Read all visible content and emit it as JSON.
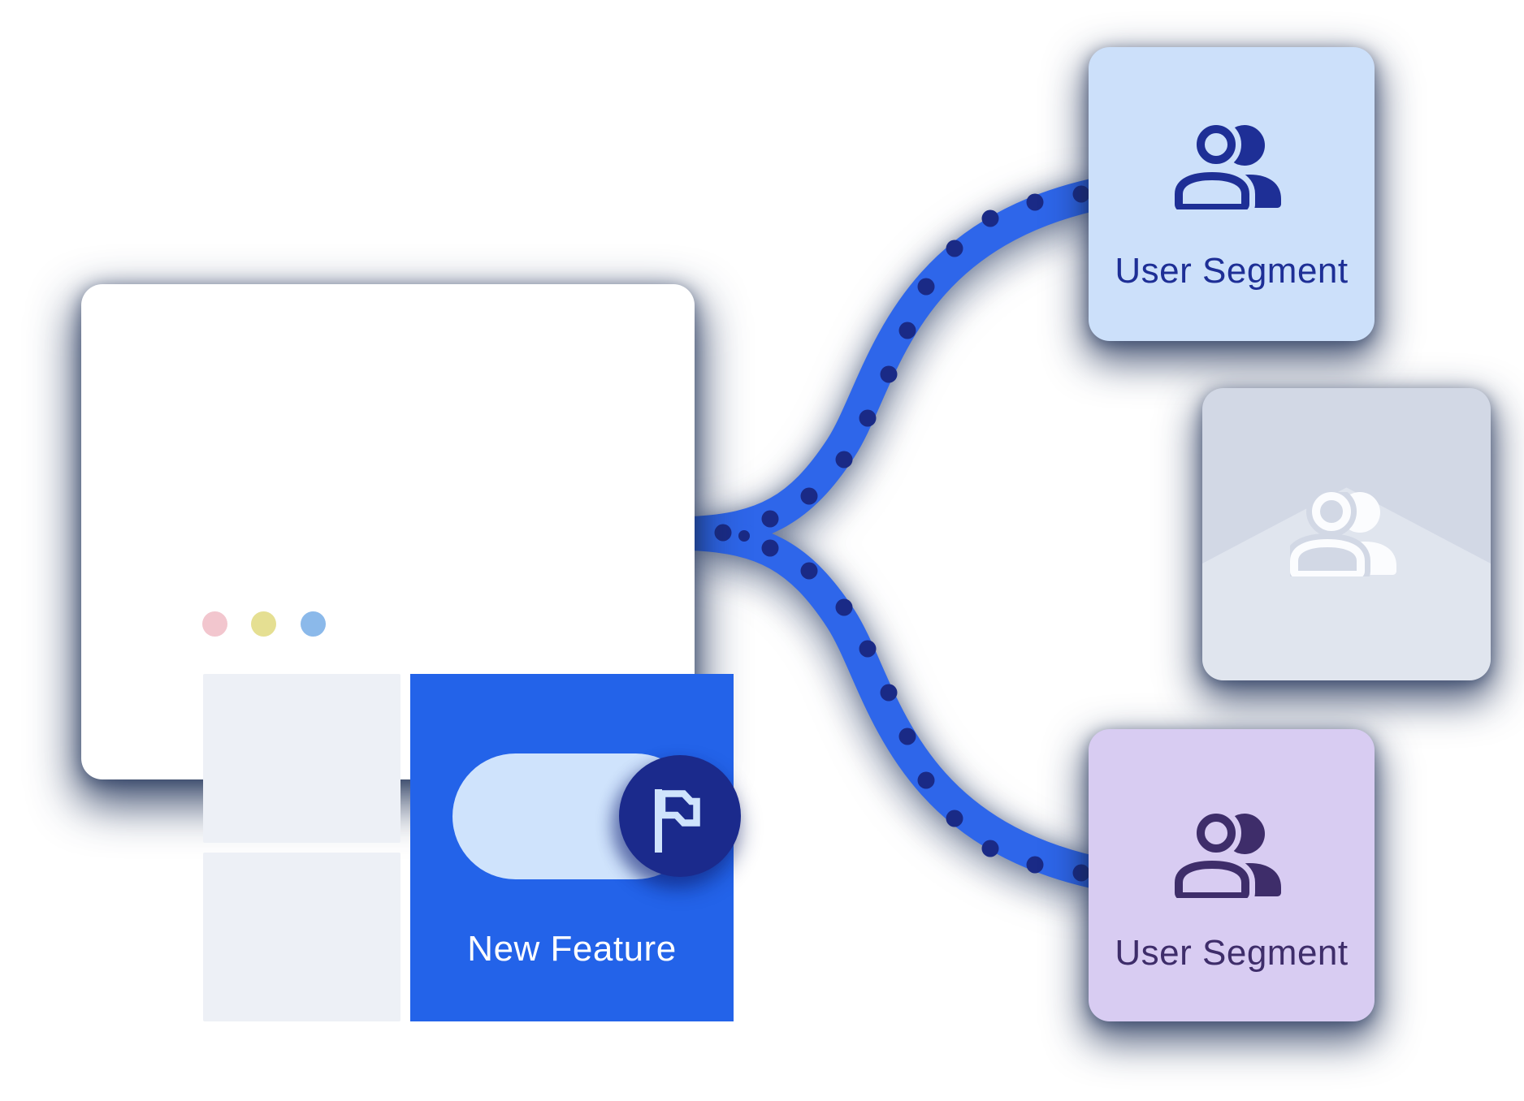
{
  "window": {
    "feature_label": "New Feature",
    "toggle": {
      "state": "on",
      "icon": "flag-icon"
    }
  },
  "cards": {
    "top": {
      "label": "User Segment",
      "icon": "users-icon",
      "state": "targeted"
    },
    "middle": {
      "label": "",
      "icon": "users-icon",
      "state": "inactive"
    },
    "bottom": {
      "label": "User Segment",
      "icon": "users-icon",
      "state": "targeted"
    }
  },
  "colors": {
    "feature_panel_blue": "#2363e9",
    "connector_blue": "#2e66ea",
    "connector_dot_navy": "#1a2a86",
    "toggle_knob_navy": "#1b2a8c",
    "toggle_track_light_blue": "#cfe3fc",
    "card_top_bg": "#cce0fa",
    "card_top_fg": "#1e2f96",
    "card_middle_bg": "#d2d8e5",
    "card_middle_fg": "#fbfcfe",
    "card_bottom_bg": "#d8ccf2",
    "card_bottom_fg": "#3e2d6a",
    "window_control_pink": "#f2c6ce",
    "window_control_yellow": "#e5df92",
    "window_control_blue": "#8bb9ea"
  }
}
